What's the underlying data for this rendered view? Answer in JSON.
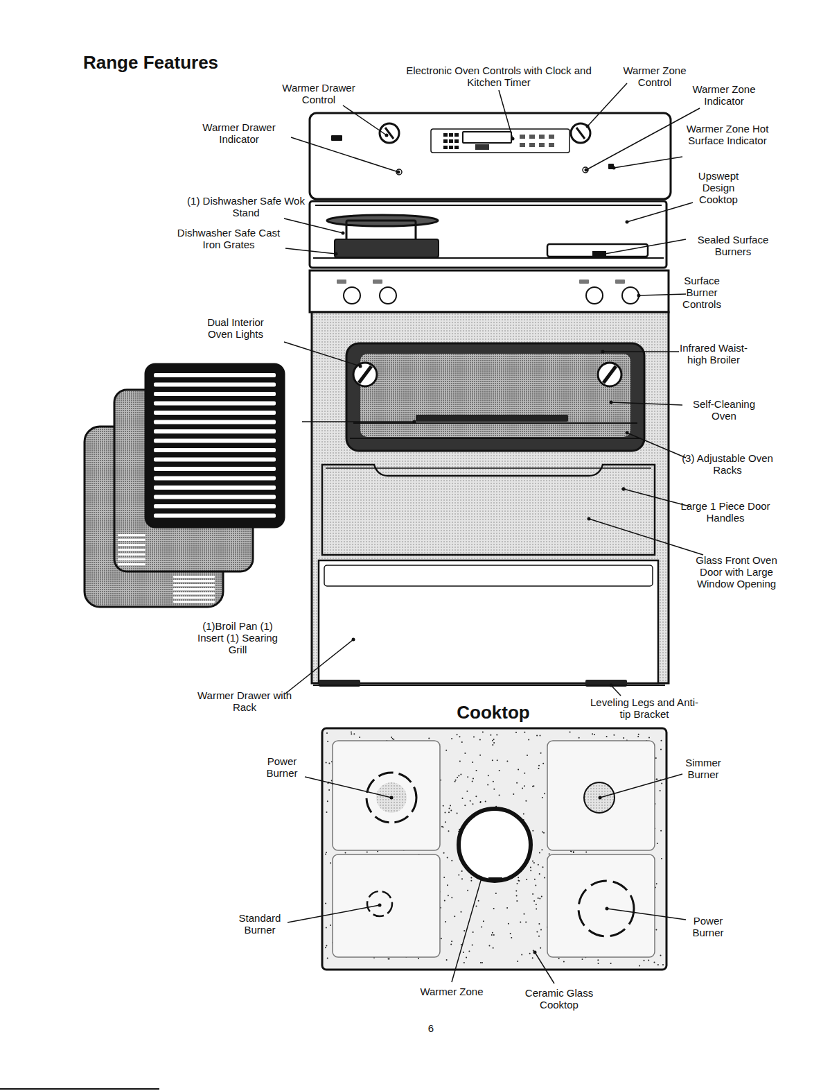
{
  "diagram": {
    "title": "Range Features",
    "labels": [
      "Electronic Oven Controls with Clock and Kitchen Timer",
      "Warmer Zone Control",
      "Warmer Drawer Control",
      "Warmer Zone Indicator",
      "Warmer Drawer Indicator",
      "Warmer Zone Hot Surface Indicator",
      "Upswept Design Cooktop",
      "(1) Dishwasher Safe Wok Stand",
      "Dishwasher Safe Cast Iron Grates",
      "Sealed Surface Burners",
      "Surface Burner Controls",
      "Dual Interior Oven Lights",
      "Infrared Waist-high Broiler",
      "Self-Cleaning Oven",
      "(3) Adjustable Oven Racks",
      "Large 1 Piece Door Handles",
      "Glass Front Oven Door with Large Window Opening",
      "(1)Broil Pan (1) Insert (1) Searing Grill",
      "Warmer Drawer with Rack",
      "Cooktop",
      "Leveling Legs and Anti-tip Bracket",
      "Power Burner",
      "Simmer Burner",
      "Standard Burner",
      "Power Burner",
      "Warmer Zone",
      "Ceramic Glass Cooktop",
      "6"
    ]
  }
}
